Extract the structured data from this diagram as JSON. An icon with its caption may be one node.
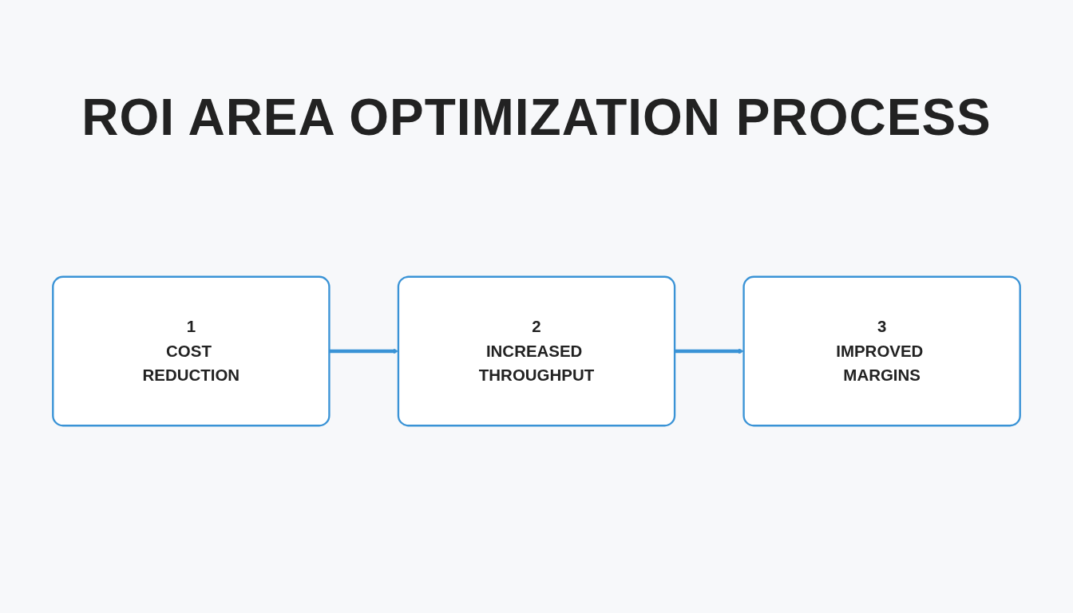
{
  "diagram": {
    "title": "ROI AREA OPTIMIZATION PROCESS",
    "nodes": [
      {
        "text": [
          "1",
          "COST REDUCTION"
        ]
      },
      {
        "text": [
          "2",
          "INCREASED THROUGHPUT"
        ]
      },
      {
        "text": [
          "3",
          "IMPROVED MARGINS"
        ]
      }
    ],
    "edges": [
      {
        "from": 0,
        "to": 1,
        "arrow": "to"
      },
      {
        "from": 1,
        "to": 2,
        "arrow": "to"
      }
    ]
  }
}
